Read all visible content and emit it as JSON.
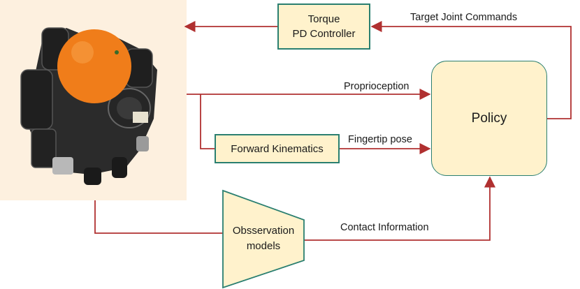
{
  "photo": {
    "icon": "robot-hand-holding-orange-icon",
    "colors": {
      "background": "#fdf0df",
      "orange": "#f07d1a",
      "robot": "#2b2b2b"
    }
  },
  "nodes": {
    "torque_line1": "Torque",
    "torque_line2": "PD Controller",
    "forward_kinematics": "Forward Kinematics",
    "policy": "Policy",
    "observation_line1": "Obsservation",
    "observation_line2": "models"
  },
  "edges": {
    "target_joint_commands": "Target Joint Commands",
    "proprioception": "Proprioception",
    "fingertip_pose": "Fingertip pose",
    "contact_information": "Contact Information"
  },
  "colors": {
    "box_fill": "#fff2cc",
    "box_border": "#2a7f70",
    "arrow": "#b03030"
  }
}
